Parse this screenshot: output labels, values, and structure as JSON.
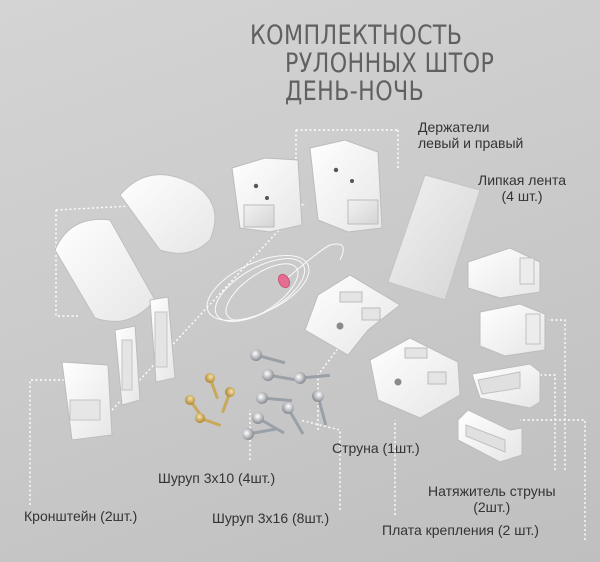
{
  "title": {
    "line1": "КОМПЛЕКТНОСТЬ",
    "line2": "РУЛОННЫХ ШТОР",
    "line3": "ДЕНЬ-НОЧЬ"
  },
  "labels": {
    "holders_line1": "Держатели",
    "holders_line2": "левый и правый",
    "velcro_line1": "Липкая лента",
    "velcro_line2": "(4 шт.)",
    "string": "Струна (1шт.)",
    "screw_3x10": "Шуруп 3х10 (4шт.)",
    "screw_3x16": "Шуруп 3х16 (8шт.)",
    "tensioner_line1": "Натяжитель струны",
    "tensioner_line2": "(2шт.)",
    "bracket": "Кронштейн (2шт.)",
    "mount_plate": "Плата крепления (2 шт.)"
  }
}
